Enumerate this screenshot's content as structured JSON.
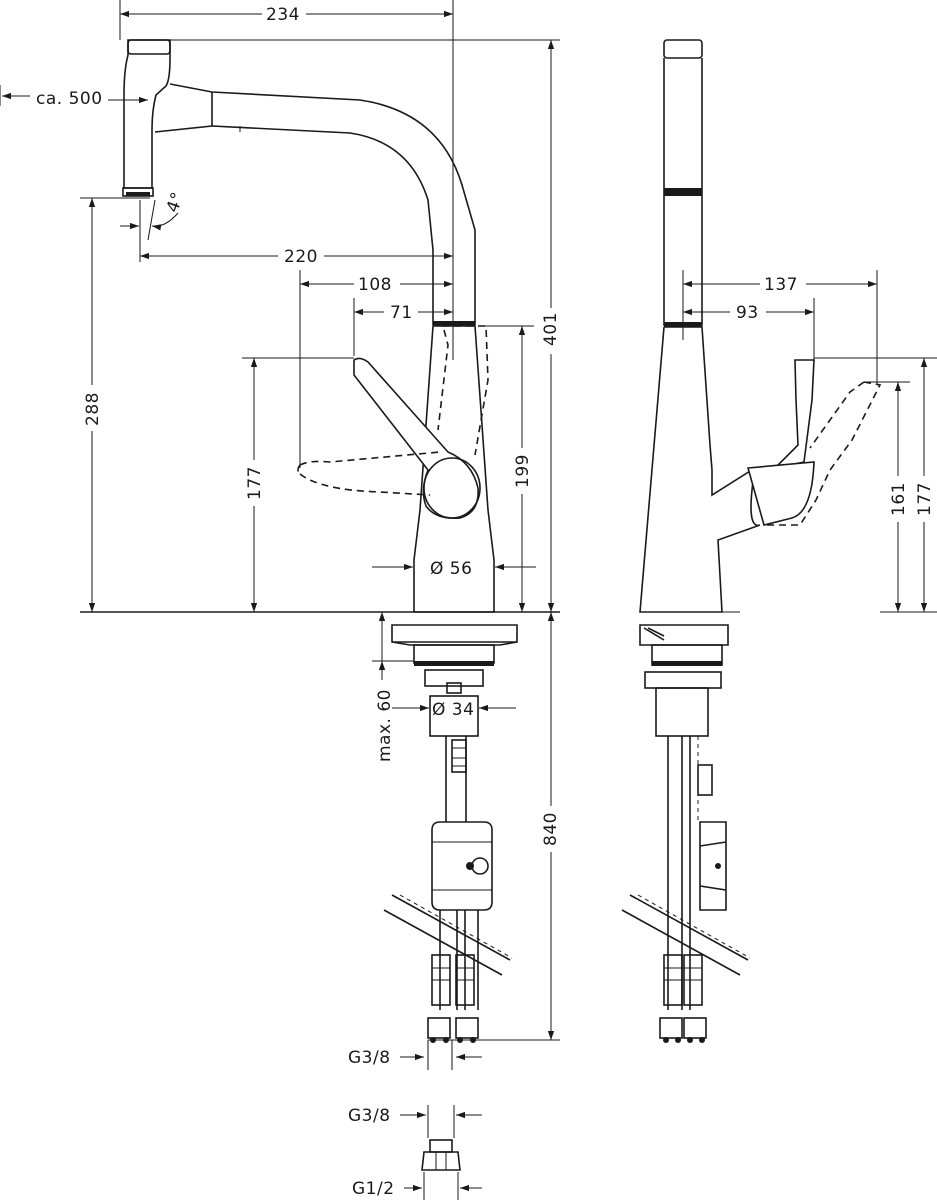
{
  "dimensions": {
    "d234": "234",
    "ca500": "ca. 500",
    "angle4": "4°",
    "d220": "220",
    "d108": "108",
    "d71": "71",
    "d401": "401",
    "d288": "288",
    "d177_front": "177",
    "d199": "199",
    "d56": "Ø 56",
    "d137": "137",
    "d93": "93",
    "d161": "161",
    "d177_side": "177",
    "max60": "max. 60",
    "d34": "Ø 34",
    "d840": "840",
    "g38_a": "G3/8",
    "g38_b": "G3/8",
    "g12": "G1/2"
  },
  "colors": {
    "line": "#1a1a1a",
    "background": "#ffffff"
  }
}
